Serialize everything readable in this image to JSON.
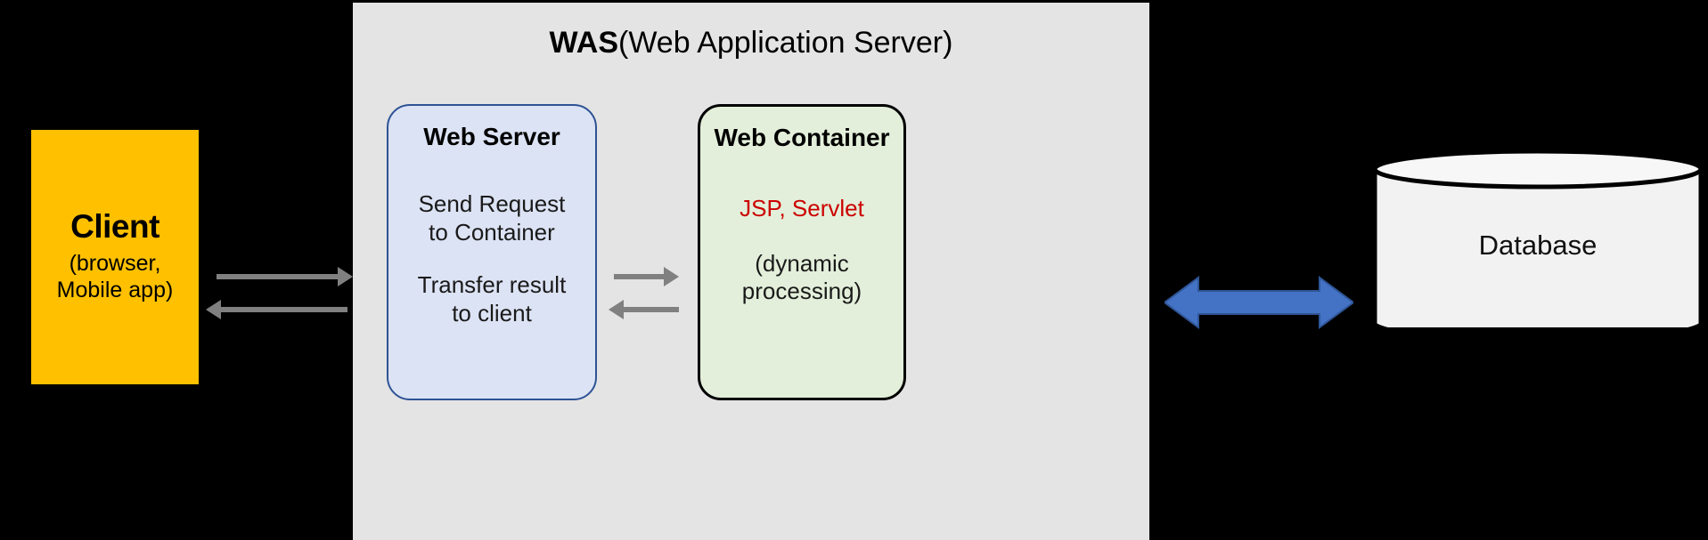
{
  "diagram": {
    "title_bold": "WAS",
    "title_rest": "(Web Application Server)"
  },
  "client": {
    "title": "Client",
    "subtitle_line1": "(browser,",
    "subtitle_line2": "Mobile app)",
    "fill_color": "#FFC000"
  },
  "web_server": {
    "title": "Web Server",
    "line1": "Send Request",
    "line2": "to Container",
    "line3": "Transfer result",
    "line4": "to client",
    "fill_color": "#DCE3F4",
    "border_color": "#2E5395"
  },
  "web_container": {
    "title": "Web Container",
    "tech_line": "JSP, Servlet",
    "tech_color": "#CC0000",
    "line1": "(dynamic",
    "line2": "processing)",
    "fill_color": "#E3EFDA",
    "border_color": "#000000"
  },
  "database": {
    "label": "Database",
    "fill_color": "#F2F2F2",
    "border_color": "#000000"
  },
  "connectors": {
    "client_to_was_request": "request-arrow-right",
    "client_to_was_response": "response-arrow-left",
    "server_to_container_request": "request-arrow-right",
    "container_to_server_response": "response-arrow-left",
    "container_to_database": "bidirectional-arrow",
    "gray_color": "#808080",
    "blue_fill": "#4472C4",
    "blue_border": "#2F5597"
  }
}
